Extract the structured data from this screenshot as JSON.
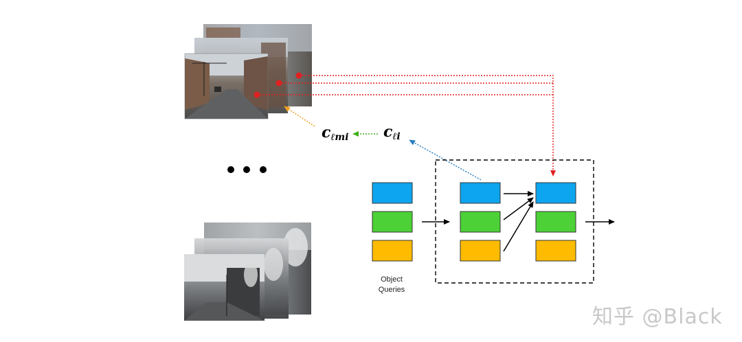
{
  "diagram": {
    "labels": {
      "c_lmi": {
        "base": "c",
        "sub": "ℓmi"
      },
      "c_li": {
        "base": "c",
        "sub": "ℓi"
      },
      "object_queries_line1": "Object",
      "object_queries_line2": "Queries",
      "ellipsis": "• • •"
    },
    "colors": {
      "query_blue": "#0ea5f0",
      "query_green": "#4cd137",
      "query_yellow": "#ffbb00",
      "projection_red": "#e02020",
      "orange_arrow": "#f0a020",
      "green_arrow": "#3cb018",
      "blue_arrow": "#2a7fc0"
    },
    "icons": [
      "camera-image-stack-top",
      "camera-image-stack-bottom",
      "red-dot-markers"
    ]
  },
  "watermark": "知乎 @Black"
}
